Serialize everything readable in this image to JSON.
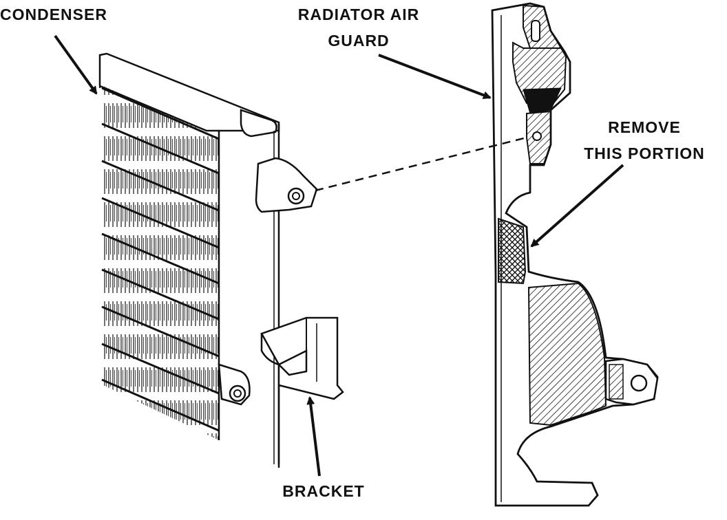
{
  "labels": {
    "condenser": "CONDENSER",
    "radiator_air_guard_line1": "RADIATOR AIR",
    "radiator_air_guard_line2": "GUARD",
    "remove_line1": "REMOVE",
    "remove_line2": "THIS PORTION",
    "bracket": "BRACKET"
  },
  "colors": {
    "ink": "#111111",
    "paper": "#ffffff"
  }
}
